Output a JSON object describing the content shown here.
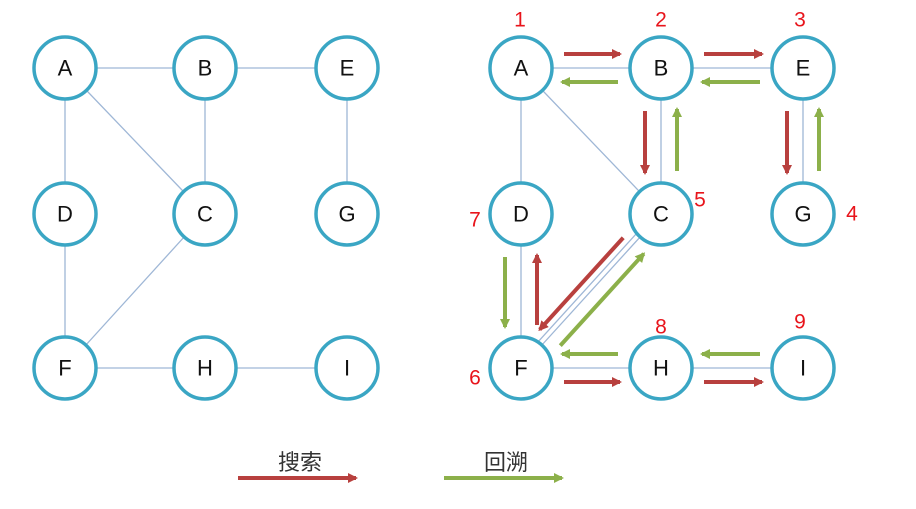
{
  "colors": {
    "node_stroke": "#3aa6c4",
    "edge": "#9fb7d6",
    "search_arrow": "#b8403e",
    "backtrack_arrow": "#8cb04a",
    "order_text": "#e8141b"
  },
  "left_graph": {
    "nodes": [
      {
        "id": "A",
        "label": "A"
      },
      {
        "id": "B",
        "label": "B"
      },
      {
        "id": "E",
        "label": "E"
      },
      {
        "id": "D",
        "label": "D"
      },
      {
        "id": "C",
        "label": "C"
      },
      {
        "id": "G",
        "label": "G"
      },
      {
        "id": "F",
        "label": "F"
      },
      {
        "id": "H",
        "label": "H"
      },
      {
        "id": "I",
        "label": "I"
      }
    ],
    "edges": [
      [
        "A",
        "B"
      ],
      [
        "B",
        "E"
      ],
      [
        "A",
        "D"
      ],
      [
        "A",
        "C"
      ],
      [
        "B",
        "C"
      ],
      [
        "E",
        "G"
      ],
      [
        "D",
        "F"
      ],
      [
        "C",
        "F"
      ],
      [
        "F",
        "H"
      ],
      [
        "H",
        "I"
      ]
    ]
  },
  "right_graph": {
    "nodes": [
      {
        "id": "A",
        "label": "A",
        "order": "1"
      },
      {
        "id": "B",
        "label": "B",
        "order": "2"
      },
      {
        "id": "E",
        "label": "E",
        "order": "3"
      },
      {
        "id": "D",
        "label": "D",
        "order": "7"
      },
      {
        "id": "C",
        "label": "C",
        "order": "5"
      },
      {
        "id": "G",
        "label": "G",
        "order": "4"
      },
      {
        "id": "F",
        "label": "F",
        "order": "6"
      },
      {
        "id": "H",
        "label": "H",
        "order": "8"
      },
      {
        "id": "I",
        "label": "I",
        "order": "9"
      }
    ],
    "edges": [
      [
        "A",
        "B"
      ],
      [
        "B",
        "E"
      ],
      [
        "A",
        "D"
      ],
      [
        "A",
        "C"
      ],
      [
        "B",
        "C"
      ],
      [
        "E",
        "G"
      ],
      [
        "D",
        "F"
      ],
      [
        "C",
        "F"
      ],
      [
        "F",
        "H"
      ],
      [
        "H",
        "I"
      ]
    ],
    "search_arrows": [
      [
        "A",
        "B"
      ],
      [
        "B",
        "E"
      ],
      [
        "E",
        "G"
      ],
      [
        "B",
        "C"
      ],
      [
        "C",
        "F"
      ],
      [
        "F",
        "D"
      ],
      [
        "F",
        "H"
      ],
      [
        "H",
        "I"
      ]
    ],
    "backtrack_arrows": [
      [
        "B",
        "A"
      ],
      [
        "E",
        "B"
      ],
      [
        "G",
        "E"
      ],
      [
        "C",
        "B"
      ],
      [
        "F",
        "C"
      ],
      [
        "D",
        "F"
      ],
      [
        "H",
        "F"
      ],
      [
        "I",
        "H"
      ]
    ]
  },
  "legend": {
    "search_label": "搜索",
    "backtrack_label": "回溯"
  }
}
